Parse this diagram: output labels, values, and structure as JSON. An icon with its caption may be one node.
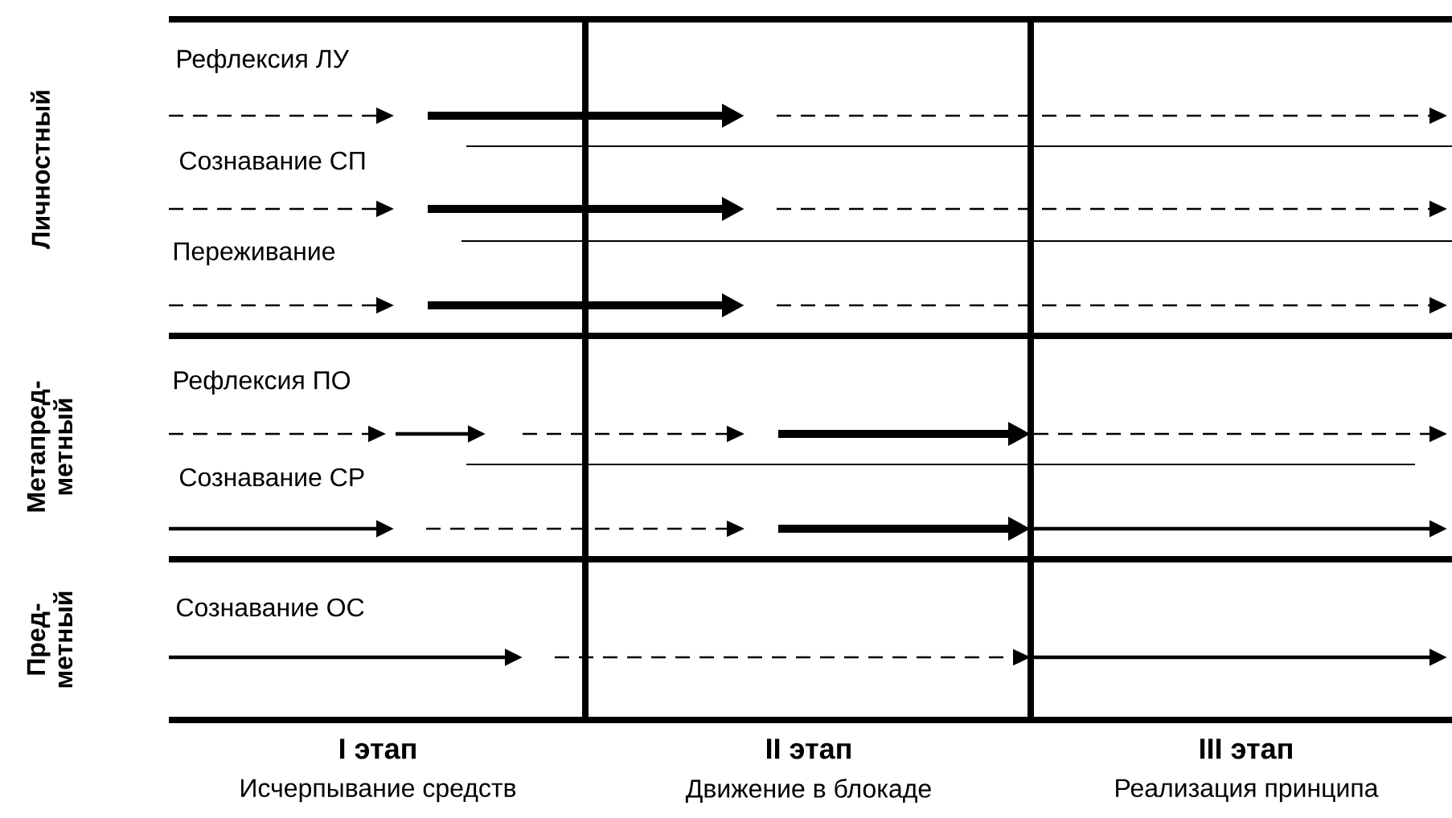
{
  "diagram": {
    "labels": [
      "Личностный",
      "Метапред- метный",
      "Пред- метный",
      "Рефлексия ЛУ",
      "Сознавание СП",
      "Переживание",
      "Рефлексия ПО",
      "Сознавание СР",
      "Сознавание ОС",
      "I этап",
      "Исчерпывание средств",
      "II этап",
      "Движение в блокаде",
      "III этап",
      "Реализация принципа"
    ]
  }
}
